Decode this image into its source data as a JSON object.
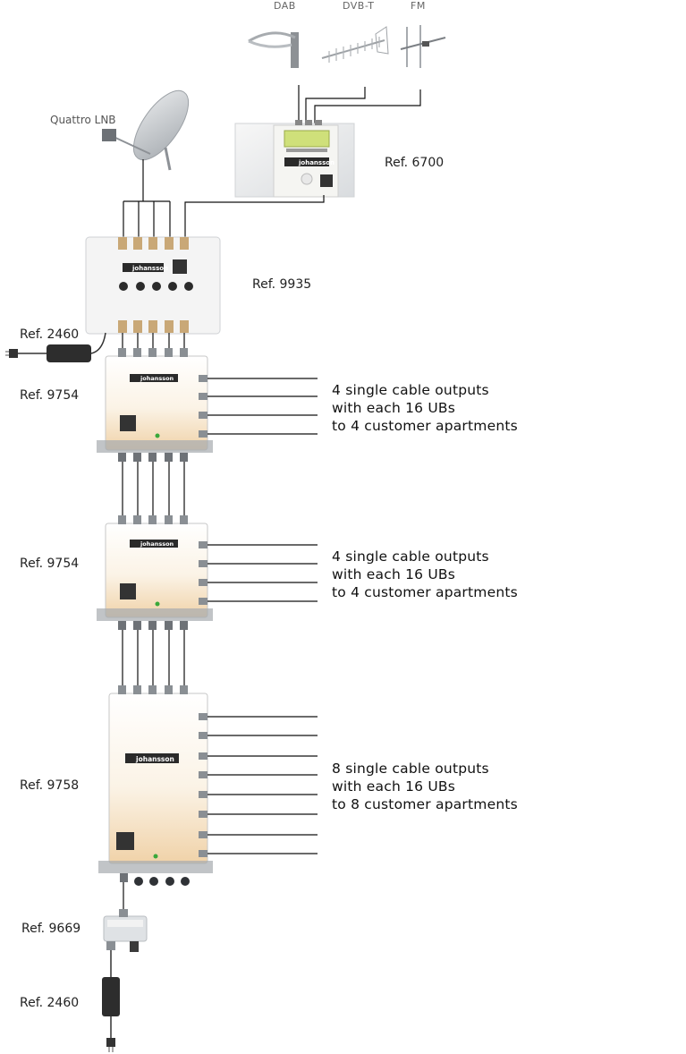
{
  "antennas": [
    {
      "label": "DAB"
    },
    {
      "label": "DVB-T"
    },
    {
      "label": "FM"
    }
  ],
  "lnb": {
    "label": "Quattro LNB"
  },
  "devices": {
    "headend": {
      "ref": "Ref. 6700"
    },
    "amplifier": {
      "ref": "Ref. 9935"
    },
    "psu_top": {
      "ref": "Ref. 2460"
    },
    "ms1": {
      "ref": "Ref. 9754",
      "outputs_text": [
        "4 single cable outputs",
        "with each 16 UBs",
        "to 4 customer apartments"
      ]
    },
    "ms2": {
      "ref": "Ref. 9754",
      "outputs_text": [
        "4 single cable outputs",
        "with each 16 UBs",
        "to 4 customer apartments"
      ]
    },
    "ms3": {
      "ref": "Ref. 9758",
      "outputs_text": [
        "8 single cable outputs",
        "with each 16 UBs",
        "to 8 customer apartments"
      ]
    },
    "injector": {
      "ref": "Ref. 9669"
    },
    "psu_bottom": {
      "ref": "Ref. 2460"
    }
  },
  "brand": "johansson",
  "colors": {
    "device_body": "#f3efe6",
    "device_warm": "#f1d9b4",
    "line": "#111111",
    "metal": "#9aa0a6"
  }
}
